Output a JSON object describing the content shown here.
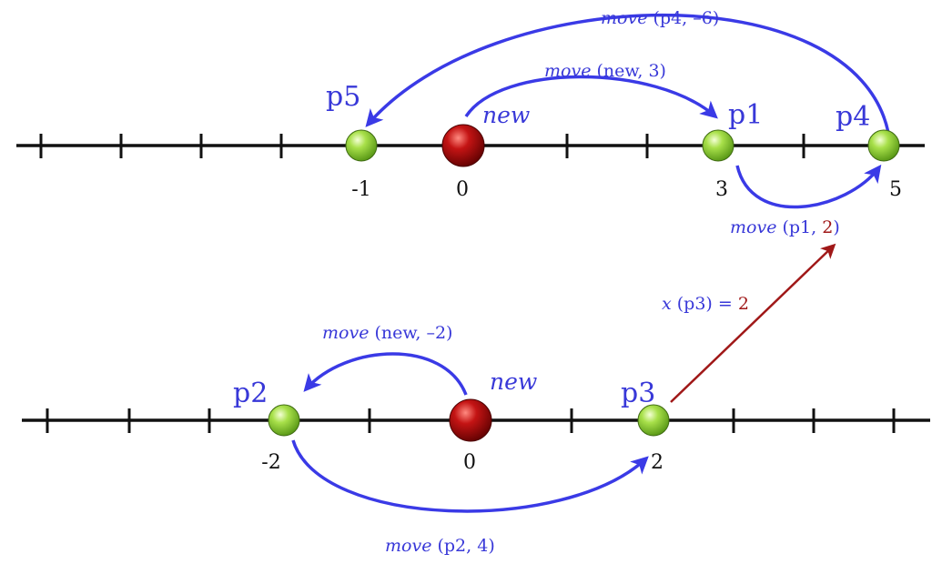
{
  "colors": {
    "arrow_blue": "#3a3ae6",
    "arrow_red": "#a01818",
    "text_blue": "#3838d8",
    "axis": "#111111",
    "point_green": "#8ed13a",
    "point_red": "#b01010"
  },
  "lines": [
    {
      "points": [
        {
          "label": "p5",
          "value": "-1",
          "kind": "green"
        },
        {
          "label": "new",
          "value": "0",
          "kind": "red"
        },
        {
          "label": "p1",
          "value": "3",
          "kind": "green"
        },
        {
          "label": "p4",
          "value": "5",
          "kind": "green"
        }
      ],
      "moves": [
        {
          "name": "move",
          "args": "(p4, –6)"
        },
        {
          "name": "move",
          "args": "(new, 3)"
        },
        {
          "name": "move",
          "args_prefix": "(p1, ",
          "args_highlight": "2",
          "args_suffix": ")"
        }
      ]
    },
    {
      "points": [
        {
          "label": "p2",
          "value": "-2",
          "kind": "green"
        },
        {
          "label": "new",
          "value": "0",
          "kind": "red"
        },
        {
          "label": "p3",
          "value": "2",
          "kind": "green"
        }
      ],
      "moves": [
        {
          "name": "move",
          "args": "(new, –2)"
        },
        {
          "name": "move",
          "args": "(p2, 4)"
        }
      ]
    }
  ],
  "query": {
    "name": "x",
    "args": "(p3) = ",
    "result": "2"
  }
}
